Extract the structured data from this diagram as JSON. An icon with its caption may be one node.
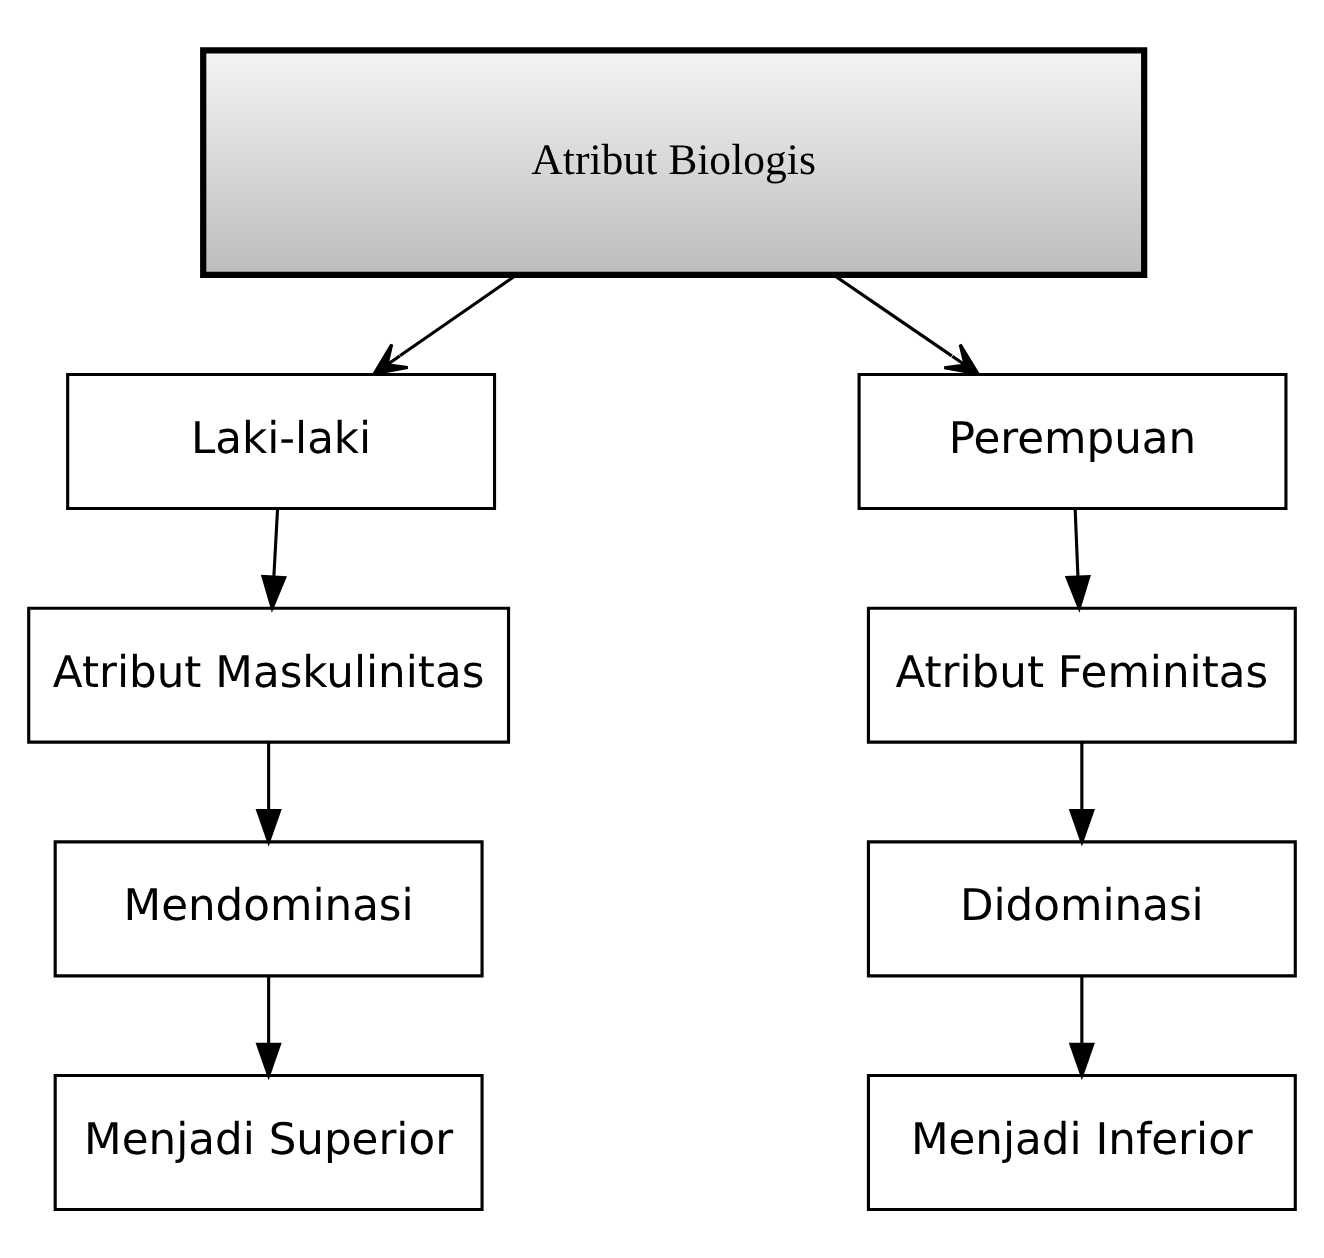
{
  "diagram": {
    "nodes": [
      {
        "text": [
          "Atribut Biologis"
        ]
      },
      {
        "text": [
          "Laki-laki"
        ]
      },
      {
        "text": [
          "Perempuan"
        ]
      },
      {
        "text": [
          "Atribut Maskulinitas"
        ]
      },
      {
        "text": [
          "Atribut Feminitas"
        ]
      },
      {
        "text": [
          "Mendominasi"
        ]
      },
      {
        "text": [
          "Didominasi"
        ]
      },
      {
        "text": [
          "Menjadi Superior"
        ]
      },
      {
        "text": [
          "Menjadi Inferior"
        ]
      }
    ],
    "edges": [
      {
        "from": 0,
        "to": 1,
        "arrow": "to"
      },
      {
        "from": 0,
        "to": 2,
        "arrow": "to"
      },
      {
        "from": 1,
        "to": 3,
        "arrow": "to"
      },
      {
        "from": 2,
        "to": 4,
        "arrow": "to"
      },
      {
        "from": 3,
        "to": 5,
        "arrow": "to"
      },
      {
        "from": 4,
        "to": 6,
        "arrow": "to"
      },
      {
        "from": 5,
        "to": 7,
        "arrow": "to"
      },
      {
        "from": 6,
        "to": 8,
        "arrow": "to"
      }
    ]
  }
}
